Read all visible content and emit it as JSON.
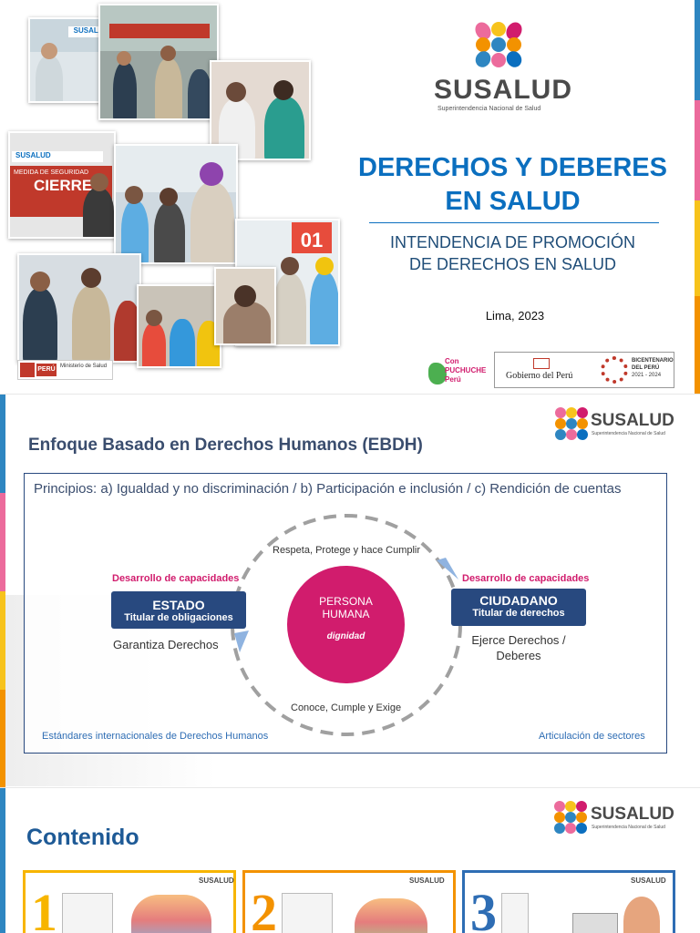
{
  "brand": {
    "name": "SUSALUD",
    "tagline": "Superintendencia Nacional de Salud",
    "colors": {
      "blue": "#0b6fbf",
      "navy": "#28497f",
      "magenta": "#d11c6d",
      "orange": "#f39200",
      "yellow": "#f7c31c",
      "pink": "#ec6b9c"
    }
  },
  "slide1": {
    "title_line1": "DERECHOS Y DEBERES",
    "title_line2": "EN SALUD",
    "subtitle_line1": "INTENDENCIA DE PROMOCIÓN",
    "subtitle_line2": "DE DERECHOS EN SALUD",
    "date": "Lima, 2023",
    "minsa_label": "Ministerio de Salud",
    "peru_label": "PERÚ",
    "gob_label": "Gobierno del Perú",
    "bicentenario_line1": "BICENTENARIO",
    "bicentenario_line2": "DEL PERÚ",
    "bicentenario_years": "2021 - 2024",
    "puchuchu_label": "Con PUCHUCHE Perú",
    "photo_sign_1": "SUSALUD",
    "photo_sign_cierre": "CIERRE",
    "photo_sign_medida": "MEDIDA DE SEGURIDAD",
    "photo_sign_01": "01"
  },
  "slide2": {
    "title": "Enfoque Basado en Derechos Humanos (EBDH)",
    "principles": "Principios: a) Igualdad y no discriminación / b) Participación e inclusión / c)  Rendición de cuentas",
    "top_arc": "Respeta, Protege y hace Cumplir",
    "bottom_arc": "Conoce, Cumple y Exige",
    "left_capacity": "Desarrollo de capacidades",
    "right_capacity": "Desarrollo de capacidades",
    "estado_title": "ESTADO",
    "estado_sub": "Titular de obligaciones",
    "estado_note": "Garantiza Derechos",
    "ciudadano_title": "CIUDADANO",
    "ciudadano_sub": "Titular de derechos",
    "ciudadano_note_line1": "Ejerce Derechos /",
    "ciudadano_note_line2": "Deberes",
    "persona_line1": "PERSONA",
    "persona_line2": "HUMANA",
    "persona_value": "dignidad",
    "foot_left": "Estándares internacionales de Derechos Humanos",
    "foot_right": "Articulación de sectores"
  },
  "slide3": {
    "title": "Contenido",
    "cards": [
      {
        "number": "1",
        "color": "#f7b500"
      },
      {
        "number": "2",
        "color": "#f39200"
      },
      {
        "number": "3",
        "color": "#2e6db4"
      }
    ]
  }
}
